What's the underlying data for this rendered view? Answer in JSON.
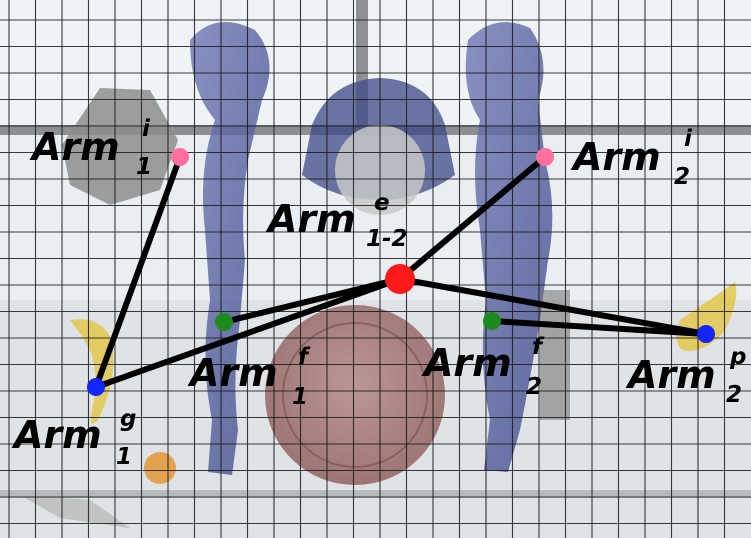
{
  "colors": {
    "link": "#000000",
    "center_point": "#ff1a1a",
    "shoulder_point": "#ff6fa0",
    "elbow_point": "#1e8a1e",
    "end_point": "#1426ff",
    "grid_line": "#1a1a1a",
    "background": "#e8eef3"
  },
  "labels": {
    "arm1_i": {
      "base": "Arm",
      "sup": "i",
      "sub": "1"
    },
    "arm2_i": {
      "base": "Arm",
      "sup": "i",
      "sub": "2"
    },
    "arm12_e": {
      "base": "Arm",
      "sup": "e",
      "sub": "1-2"
    },
    "arm1_f": {
      "base": "Arm",
      "sup": "f",
      "sub": "1"
    },
    "arm2_f": {
      "base": "Arm",
      "sup": "f",
      "sub": "2"
    },
    "arm2_p": {
      "base": "Arm",
      "sup": "p",
      "sub": "2"
    },
    "arm1_g": {
      "base": "Arm",
      "sup": "g",
      "sub": "1"
    }
  }
}
